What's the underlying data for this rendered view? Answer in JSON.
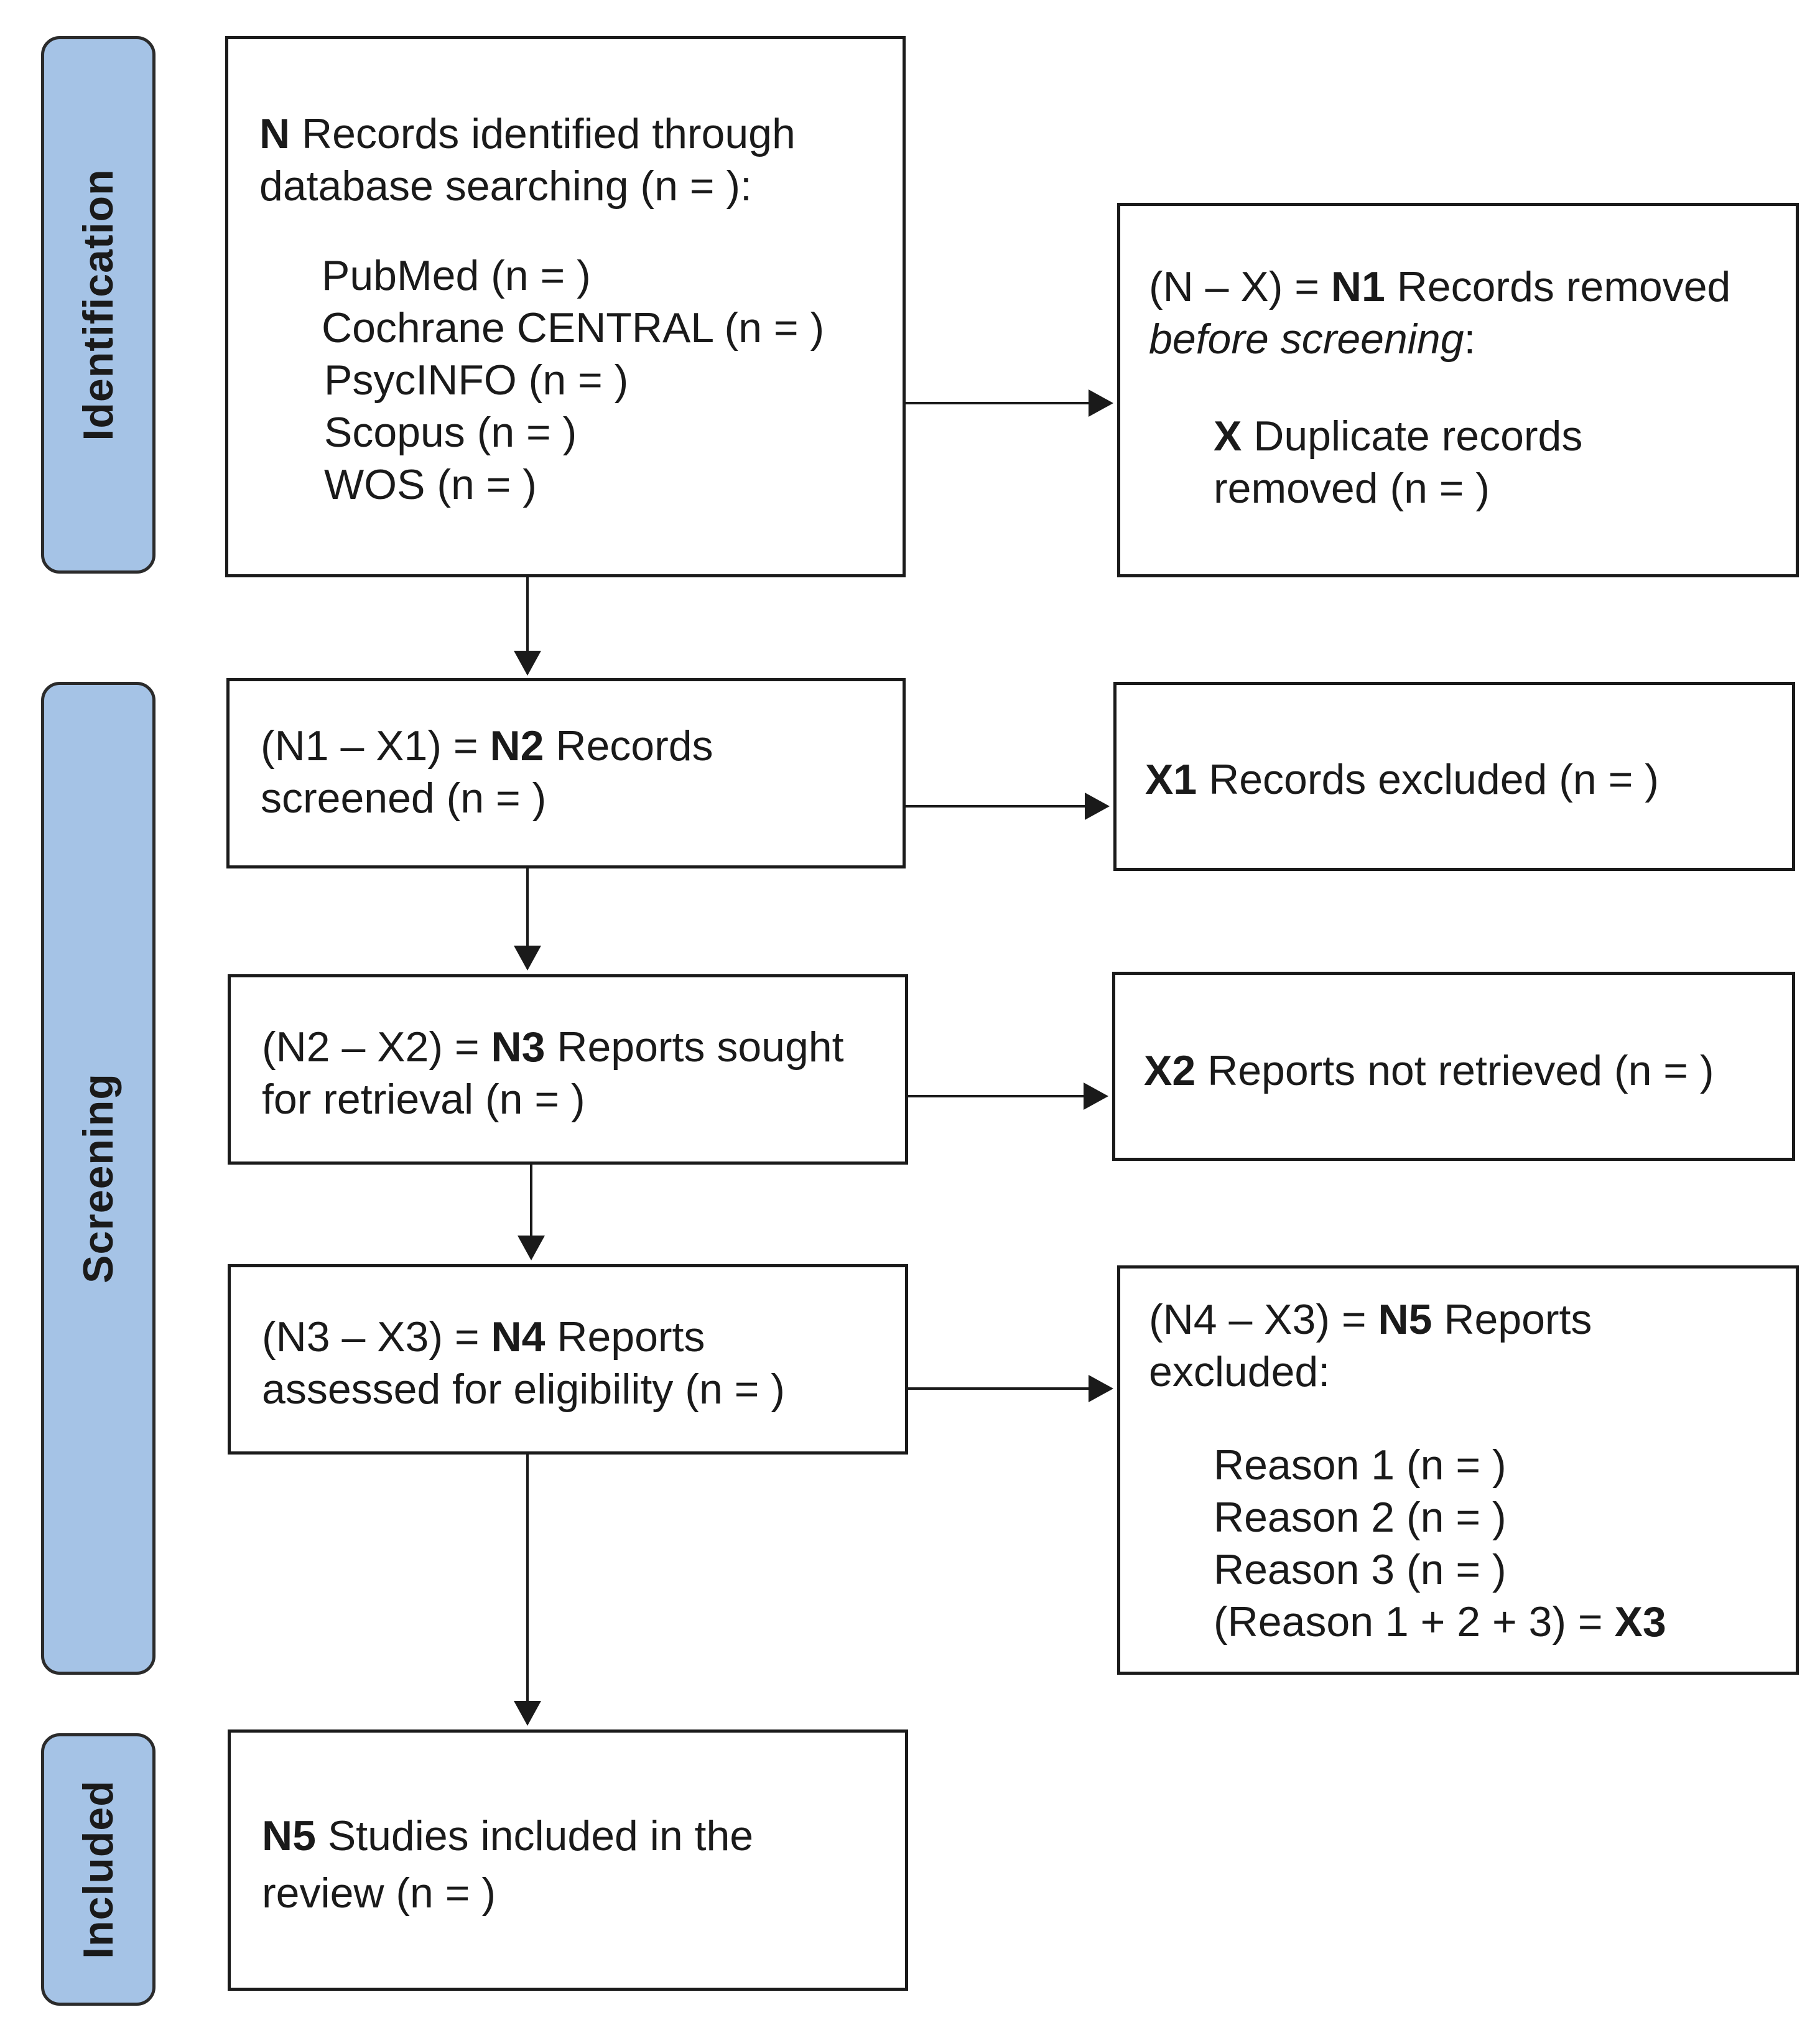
{
  "phases": {
    "identification": "Identification",
    "screening": "Screening",
    "included": "Included"
  },
  "identification_box": {
    "l1_bold": "N",
    "l1_text": " Records identified through",
    "l2": "database searching (n = ):",
    "sources": [
      "PubMed (n = )",
      "Cochrane CENTRAL (n = )",
      "PsycINFO (n = )",
      "Scopus (n = )",
      "WOS (n = )"
    ]
  },
  "removed_box": {
    "l1_pre": "(N – X) = ",
    "l1_bold": "N1",
    "l1_text": " Records removed",
    "l2_italic": "before screening",
    "l2_suffix": ":",
    "l3_bold": "X",
    "l3_text": " Duplicate records",
    "l4": "removed (n = )"
  },
  "screened_box": {
    "l1_pre": "(N1 – X1) = ",
    "l1_bold": "N2",
    "l1_text": " Records",
    "l2": "screened (n = )"
  },
  "excluded_box": {
    "bold": "X1",
    "text": " Records excluded (n = )"
  },
  "sought_box": {
    "l1_pre": "(N2 – X2) = ",
    "l1_bold": "N3",
    "l1_text": " Reports sought",
    "l2": "for retrieval (n = )"
  },
  "not_retrieved_box": {
    "bold": "X2",
    "text": " Reports not retrieved (n = )"
  },
  "assessed_box": {
    "l1_pre": "(N3 – X3) = ",
    "l1_bold": "N4",
    "l1_text": " Reports",
    "l2": "assessed for eligibility (n = )"
  },
  "reports_excluded_box": {
    "l1_pre": "(N4 – X3) = ",
    "l1_bold": "N5",
    "l1_text": " Reports",
    "l2": "excluded:",
    "reasons": [
      "Reason 1 (n = )",
      "Reason 2 (n = )",
      "Reason 3 (n = )"
    ],
    "sum_pre": "(Reason 1 + 2 + 3) = ",
    "sum_bold": "X3"
  },
  "included_box": {
    "l1_bold": "N5",
    "l1_text": " Studies included in the",
    "l2": "review (n = )"
  }
}
